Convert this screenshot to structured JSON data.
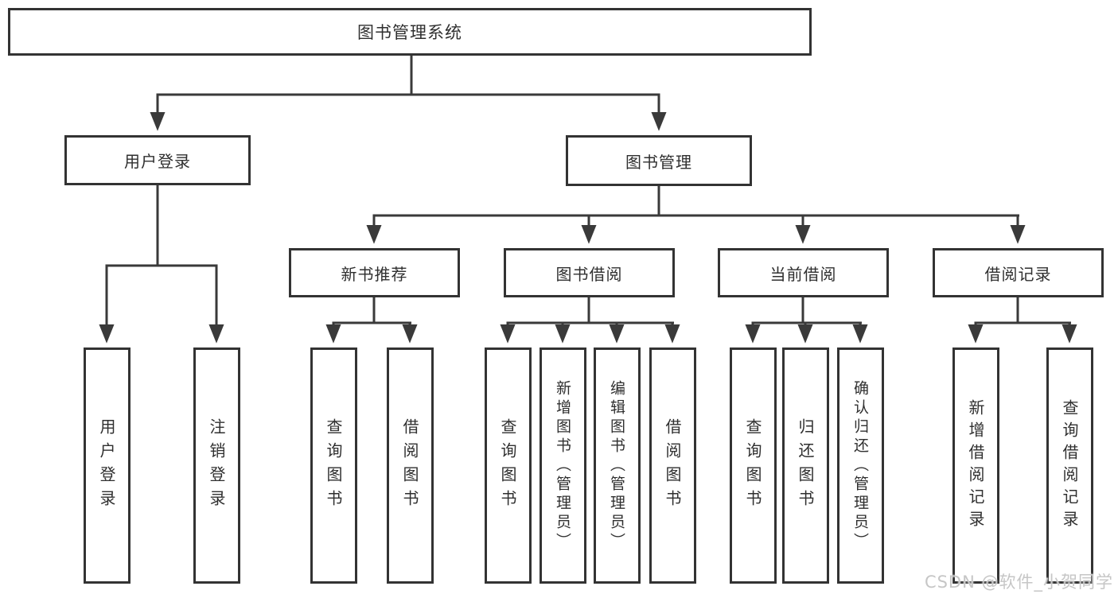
{
  "diagram": {
    "title": "图书管理系统",
    "nodes": {
      "root": "图书管理系统",
      "user_login": "用户登录",
      "book_mgmt": "图书管理",
      "new_rec": "新书推荐",
      "borrow": "图书借阅",
      "current": "当前借阅",
      "records": "借阅记录",
      "leaf_login": "用户登录",
      "leaf_logout": "注销登录",
      "leaf_rec_query": "查询图书",
      "leaf_rec_borrow": "借阅图书",
      "leaf_bor_query": "查询图书",
      "leaf_bor_add": "新增图书（管理员）",
      "leaf_bor_edit": "编辑图书（管理员）",
      "leaf_bor_borrow": "借阅图书",
      "leaf_cur_query": "查询图书",
      "leaf_cur_return": "归还图书",
      "leaf_cur_confirm": "确认归还（管理员）",
      "leaf_rc_add": "新增借阅记录",
      "leaf_rc_query": "查询借阅记录"
    }
  },
  "watermark": "CSDN @软件_小贺同学",
  "colors": {
    "line": "#3a3a3a",
    "box_border": "#333333",
    "text": "#2f2f2f",
    "background": "#ffffff",
    "watermark": "#c6c6c6"
  }
}
